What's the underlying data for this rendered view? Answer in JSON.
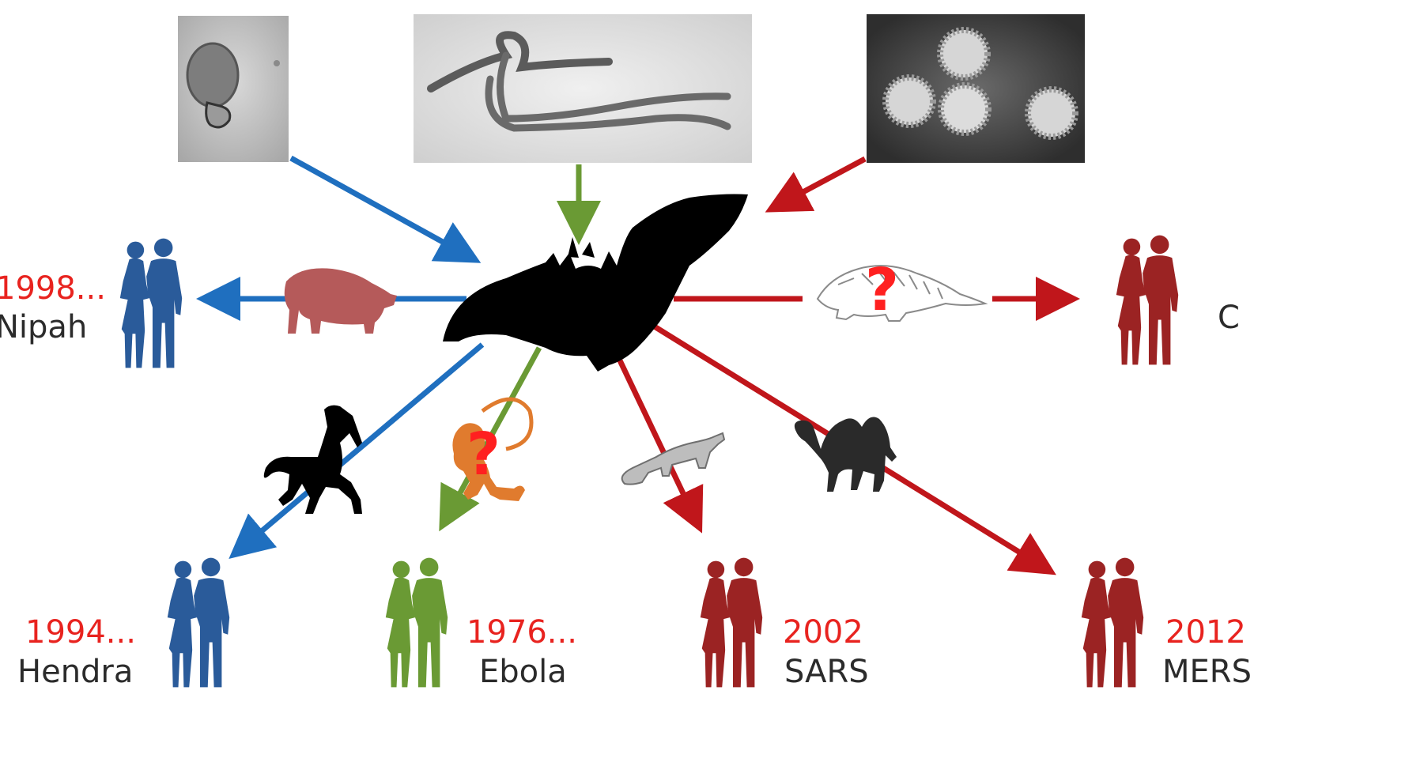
{
  "colors": {
    "nipah_hendra": "#1f6fbf",
    "ebola": "#6a9a34",
    "corona": "#c0161b",
    "human_blue": "#2a5b9a",
    "human_green": "#6a9a34",
    "human_red": "#9b2323",
    "year_text": "#e8231f",
    "name_text": "#2b2b2b",
    "question_mark": "#ff2020"
  },
  "micrographs": [
    {
      "name": "nipah-micrograph",
      "description_icon": "paramyxovirus-particle"
    },
    {
      "name": "ebola-micrograph",
      "description_icon": "filovirus-filament"
    },
    {
      "name": "coronavirus-micrograph",
      "description_icon": "coronavirus-particles"
    }
  ],
  "reservoir": {
    "icon": "bat-silhouette-icon"
  },
  "intermediate_hosts": [
    {
      "icon": "pig-icon",
      "uncertain": false
    },
    {
      "icon": "horse-icon",
      "uncertain": false
    },
    {
      "icon": "monkey-icon",
      "uncertain": true
    },
    {
      "icon": "civet-icon",
      "uncertain": false
    },
    {
      "icon": "camel-icon",
      "uncertain": false
    },
    {
      "icon": "pangolin-icon",
      "uncertain": true
    }
  ],
  "outbreaks": [
    {
      "id": "nipah",
      "year": "1998...",
      "name": "Nipah"
    },
    {
      "id": "hendra",
      "year": "1994...",
      "name": "Hendra"
    },
    {
      "id": "ebola",
      "year": "1976...",
      "name": "Ebola"
    },
    {
      "id": "sars",
      "year": "2002",
      "name": "SARS"
    },
    {
      "id": "mers",
      "year": "2012",
      "name": "MERS"
    },
    {
      "id": "covid",
      "year": "",
      "name": "C"
    }
  ],
  "question_mark_glyph": "?"
}
